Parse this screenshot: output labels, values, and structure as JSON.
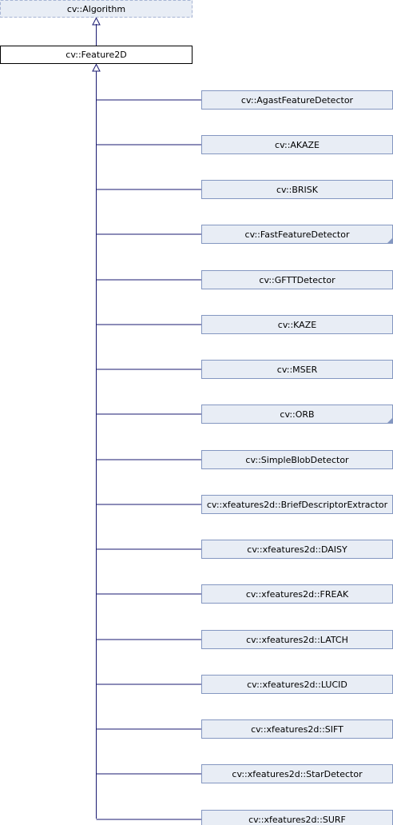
{
  "colors": {
    "edge": "#191970",
    "node_fill": "#e8edf5",
    "node_stroke": "#8497c1",
    "base_fill": "#ffffff",
    "base_stroke": "#000000",
    "external_stroke": "#a6b4d4"
  },
  "external_parent": {
    "label": "cv::Algorithm"
  },
  "base_class": {
    "label": "cv::Feature2D"
  },
  "derived_classes": [
    {
      "label": "cv::AgastFeatureDetector",
      "has_more": false
    },
    {
      "label": "cv::AKAZE",
      "has_more": false
    },
    {
      "label": "cv::BRISK",
      "has_more": false
    },
    {
      "label": "cv::FastFeatureDetector",
      "has_more": true
    },
    {
      "label": "cv::GFTTDetector",
      "has_more": false
    },
    {
      "label": "cv::KAZE",
      "has_more": false
    },
    {
      "label": "cv::MSER",
      "has_more": false
    },
    {
      "label": "cv::ORB",
      "has_more": true
    },
    {
      "label": "cv::SimpleBlobDetector",
      "has_more": false
    },
    {
      "label": "cv::xfeatures2d::BriefDescriptorExtractor",
      "has_more": false
    },
    {
      "label": "cv::xfeatures2d::DAISY",
      "has_more": false
    },
    {
      "label": "cv::xfeatures2d::FREAK",
      "has_more": false
    },
    {
      "label": "cv::xfeatures2d::LATCH",
      "has_more": false
    },
    {
      "label": "cv::xfeatures2d::LUCID",
      "has_more": false
    },
    {
      "label": "cv::xfeatures2d::SIFT",
      "has_more": false
    },
    {
      "label": "cv::xfeatures2d::StarDetector",
      "has_more": false
    },
    {
      "label": "cv::xfeatures2d::SURF",
      "has_more": false
    }
  ]
}
